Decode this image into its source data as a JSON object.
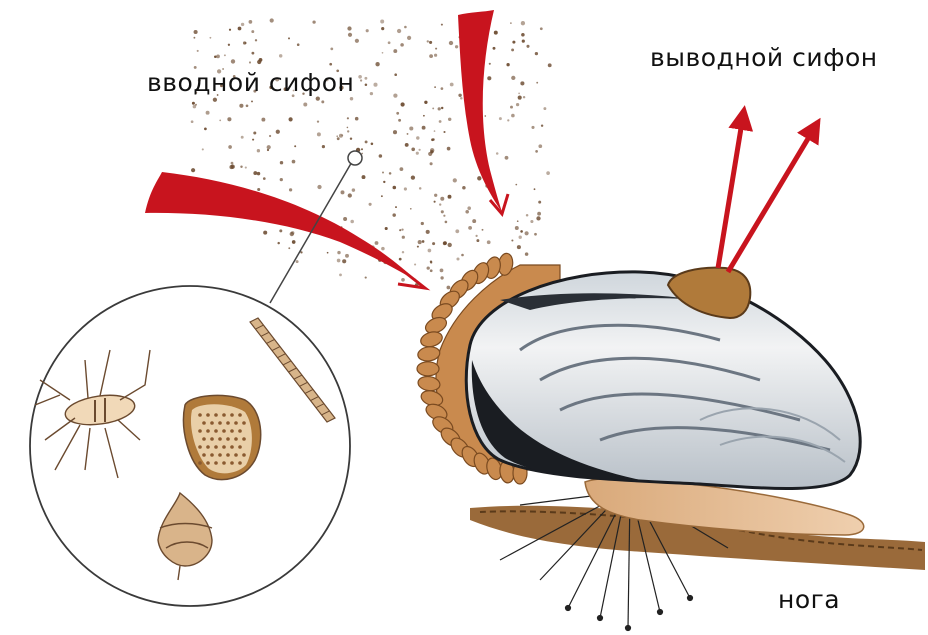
{
  "labels": {
    "inhalant_siphon": "вводной сифон",
    "exhalant_siphon": "выводной сифон",
    "foot": "нога"
  },
  "colors": {
    "flow_arrow": "#c8141e",
    "shell_dark": "#1a1d22",
    "shell_light": "#eef0f2",
    "foot": "#e3b88e",
    "ground": "#8b5a2b",
    "siphon": "#b07a3a",
    "plankton_dots": "#6b4a2f"
  }
}
